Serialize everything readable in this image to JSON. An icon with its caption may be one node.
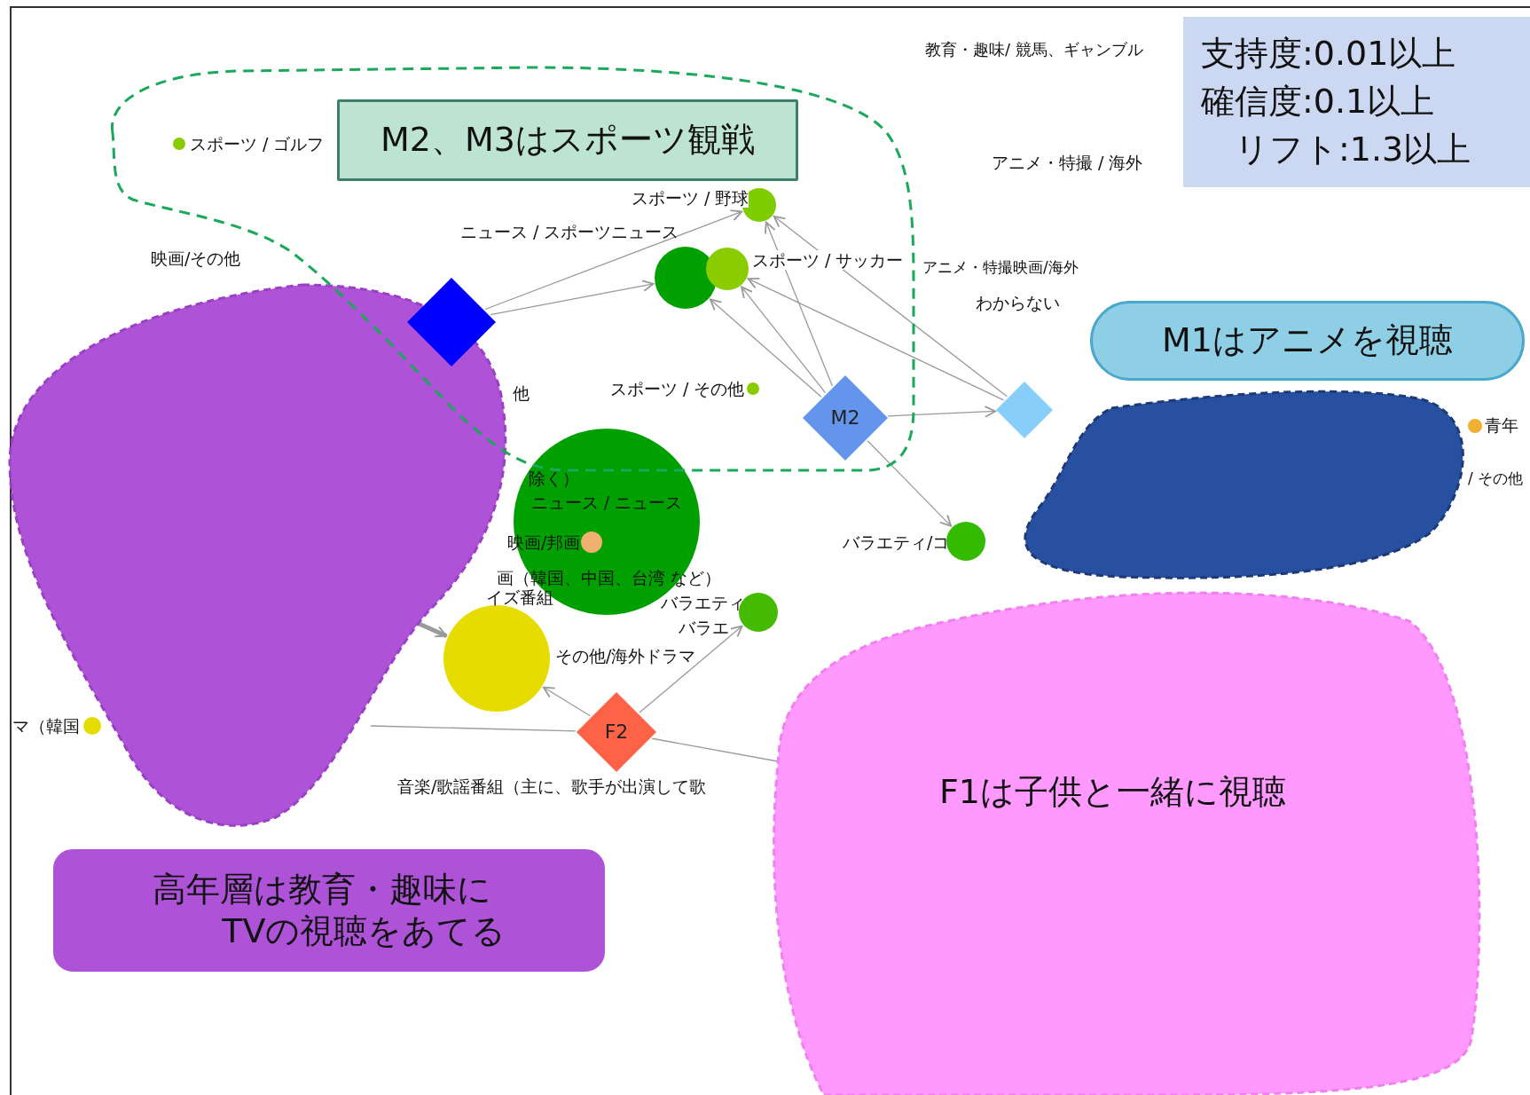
{
  "diagram": {
    "nodes": [
      {
        "text": [
          "M2、M3はスポーツ観戦"
        ]
      },
      {
        "text": [
          "支持度:0.01以上",
          "確信度:0.1以上",
          "リフト:1.3以上"
        ]
      },
      {
        "text": [],
        "shape": "circle",
        "beside": [
          "スポーツ / ゴルフ"
        ]
      },
      {
        "text": [],
        "shape": "circle",
        "beside": [
          "スポーツ / 野球"
        ]
      },
      {
        "text": [],
        "shape": "circle",
        "beside": [
          "ニュース / スポーツニュース"
        ]
      },
      {
        "text": [],
        "shape": "circle",
        "beside": [
          "スポーツ / サッカー"
        ]
      },
      {
        "text": [],
        "shape": "diamond"
      },
      {
        "text": [],
        "shape": "circle",
        "beside": [
          "スポーツ / その他"
        ]
      },
      {
        "text": [
          "M2"
        ]
      },
      {
        "text": [],
        "shape": "diamond"
      },
      {
        "text": [
          "M1はアニメを視聴"
        ]
      },
      {
        "text": [],
        "shape": "blob"
      },
      {
        "text": [],
        "shape": "circle",
        "beside": [
          "青年"
        ]
      },
      {
        "text": [
          "ニュース / ニュース"
        ]
      },
      {
        "text": [],
        "shape": "circle",
        "in": 13,
        "beside": [
          "映画/邦画"
        ]
      },
      {
        "text": [],
        "shape": "circle",
        "beside": [
          "その他/海外ドラマ"
        ]
      },
      {
        "text": [],
        "shape": "circle",
        "beside": [
          "バラエティ/コ"
        ]
      },
      {
        "text": [],
        "shape": "blob"
      },
      {
        "text": [],
        "shape": "circle",
        "beside": [
          "バラエティ",
          "バラエ"
        ]
      },
      {
        "text": [],
        "shape": "circle",
        "beside": [
          "マ（韓国"
        ]
      },
      {
        "text": [
          "F2"
        ]
      },
      {
        "text": [
          "F1は子供と一緒に視聴"
        ]
      },
      {
        "text": [
          "高年層は教育・趣味にTVの視聴をあてる"
        ]
      }
    ],
    "edges": [
      {
        "from": 6,
        "to": 3,
        "arrow": "to"
      },
      {
        "from": 6,
        "to": 4,
        "arrow": "to"
      },
      {
        "from": 8,
        "to": 3,
        "arrow": "to"
      },
      {
        "from": 8,
        "to": 5,
        "arrow": "to"
      },
      {
        "from": 8,
        "to": 4,
        "arrow": "to"
      },
      {
        "from": 9,
        "to": 3,
        "arrow": "to"
      },
      {
        "from": 9,
        "to": 5,
        "arrow": "to"
      },
      {
        "from": 8,
        "to": 9,
        "arrow": "to"
      },
      {
        "from": 8,
        "to": 16,
        "arrow": "to"
      },
      {
        "from": 20,
        "to": 15,
        "arrow": "to"
      },
      {
        "from": 20,
        "to": 18,
        "arrow": "to"
      },
      {
        "from": 20,
        "to": 11,
        "arrow": "none"
      },
      {
        "from": 20,
        "to": 21,
        "arrow": "none"
      },
      {
        "from": 11,
        "to": 15,
        "arrow": "to",
        "style": "thick"
      }
    ],
    "labels": [
      "教育・趣味/ 競馬、ギャンブル",
      "アニメ・特撮 / 海外",
      "映画/その他",
      "アニメ・特撮映画/海外",
      "わからない",
      "他",
      "除く）",
      "画（韓国、中国、台湾 など）",
      "イズ番組",
      "音楽/歌謡番組（主に、歌手が出演して歌",
      "/ その他"
    ]
  }
}
